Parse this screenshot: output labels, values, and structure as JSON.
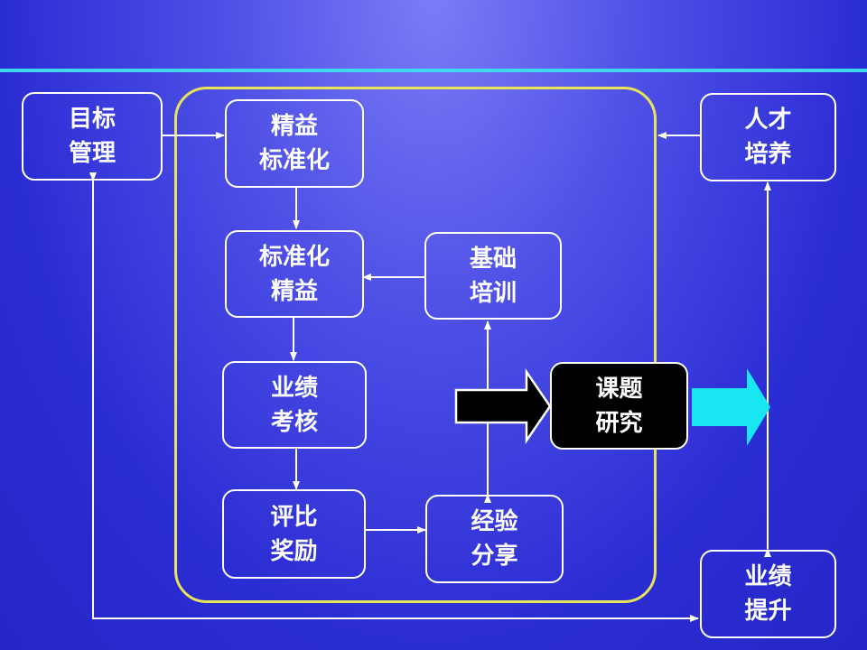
{
  "colors": {
    "background": "#3436d8",
    "top_line": "#3fd8ee",
    "frame": "#e9e35a",
    "box_border": "#ffffff",
    "highlight_box": "#000000",
    "output_arrow": "#18e6f0"
  },
  "nodes": {
    "goal_mgmt": {
      "line1": "目标",
      "line2": "管理"
    },
    "lean_std": {
      "line1": "精益",
      "line2": "标准化"
    },
    "std_lean": {
      "line1": "标准化",
      "line2": "精益"
    },
    "basic_training": {
      "line1": "基础",
      "line2": "培训"
    },
    "perf_assess": {
      "line1": "业绩",
      "line2": "考核"
    },
    "research": {
      "line1": "课题",
      "line2": "研究"
    },
    "appraisal": {
      "line1": "评比",
      "line2": "奖励"
    },
    "sharing": {
      "line1": "经验",
      "line2": "分享"
    },
    "talent": {
      "line1": "人才",
      "line2": "培养"
    },
    "perf_up": {
      "line1": "业绩",
      "line2": "提升"
    }
  }
}
